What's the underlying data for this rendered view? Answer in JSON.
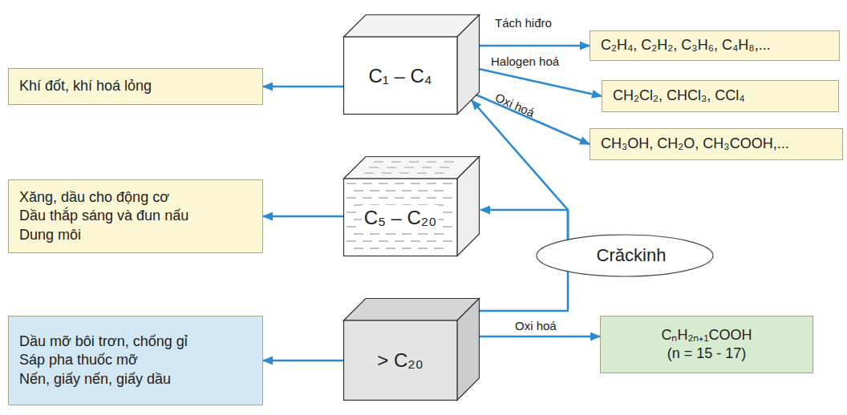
{
  "diagram": {
    "nodes": [
      {
        "text": [
          "Khí đốt, khí hoá lỏng"
        ]
      },
      {
        "text": [
          "C₁ – C₄"
        ]
      },
      {
        "text": [
          "C₂H₄, C₂H₂, C₃H₆, C₄H₈,..."
        ]
      },
      {
        "text": [
          "CH₂Cl₂, CHCl₃, CCl₄"
        ]
      },
      {
        "text": [
          "CH₃OH, CH₂O, CH₃COOH,..."
        ]
      },
      {
        "text": [
          "Xăng, dầu cho động cơ",
          "Dầu thắp sáng và đun nấu",
          "Dung môi"
        ]
      },
      {
        "text": [
          "C₅ – C₂₀"
        ]
      },
      {
        "text": [
          "Crăckinh"
        ]
      },
      {
        "text": [
          "Dầu mỡ bôi trơn, chống gỉ",
          "Sáp pha thuốc mỡ",
          "Nến, giấy nến, giấy dầu"
        ]
      },
      {
        "text": [
          "> C₂₀"
        ]
      },
      {
        "text": [
          "CₙH₂ₙ₊₁COOH",
          "(n = 15 - 17)"
        ]
      }
    ],
    "edges": [
      {
        "from": 1,
        "to": 0,
        "arrow": "to"
      },
      {
        "from": 1,
        "to": 2,
        "label": "Tách hiđro",
        "arrow": "to"
      },
      {
        "from": 1,
        "to": 3,
        "label": "Halogen hoá",
        "arrow": "to"
      },
      {
        "from": 1,
        "to": 4,
        "label": "Oxi hoá",
        "arrow": "to"
      },
      {
        "from": 6,
        "to": 5,
        "arrow": "to"
      },
      {
        "from": 9,
        "to": 8,
        "arrow": "to"
      },
      {
        "from": 9,
        "to": 10,
        "label": "Oxi hoá",
        "arrow": "to"
      },
      {
        "from": 9,
        "to": 7,
        "arrow": "none"
      },
      {
        "from": 7,
        "to": 6,
        "arrow": "to"
      },
      {
        "from": 7,
        "to": 1,
        "arrow": "to"
      }
    ]
  }
}
